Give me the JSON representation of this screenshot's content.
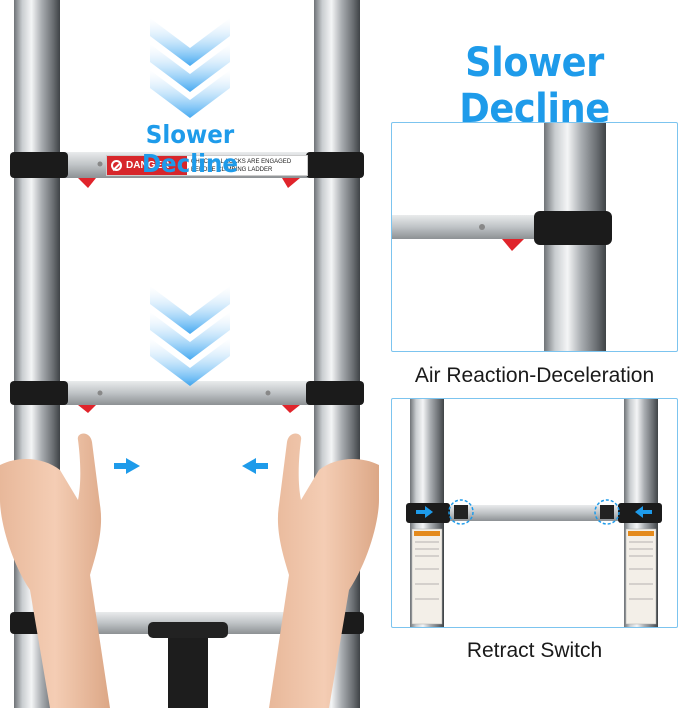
{
  "main_title": "Slower Decline",
  "overlay_title": "Slower Decline",
  "danger_label": {
    "word": "DANGER",
    "line1": "CHECK ALL LOCKS ARE ENGAGED",
    "line2": "BEFORE CLIMBING LADDER"
  },
  "panels": [
    {
      "caption": "Air Reaction-Deceleration"
    },
    {
      "caption": "Retract Switch"
    }
  ],
  "colors": {
    "accent_blue": "#1e9bea",
    "panel_border": "#7cc4ef",
    "danger_red": "#d7262b",
    "lock_red": "#e0242b"
  },
  "icons": [
    "down-chevron-icon",
    "right-arrow-icon",
    "left-arrow-icon",
    "danger-prohibition-icon"
  ]
}
